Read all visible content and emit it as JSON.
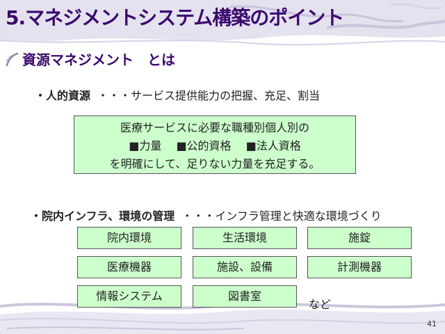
{
  "slide": {
    "title": "5.マネジメントシステム構築のポイント",
    "heading": "資源マネジメント　とは",
    "human": {
      "lead": "・人的資源",
      "desc": "・・・サービス提供能力の把握、充足、割当"
    },
    "summary": {
      "line1": "医療サービスに必要な職種別個人別の",
      "line2": "■力量　 ■公的資格　 ■法人資格",
      "line3": "を明確にして、足りない力量を充足する。"
    },
    "infra": {
      "lead": "・院内インフラ、環境の管理",
      "desc": "・・・インフラ管理と快適な環境づくり"
    },
    "facilities": [
      "院内環境",
      "生活環境",
      "施錠",
      "医療機器",
      "施設、設備",
      "計測機器",
      "情報システム",
      "図書室"
    ],
    "etc": "など",
    "page_number": "41"
  },
  "theme": {
    "title_color": "#3b0a6f",
    "box_fill": "#ccffcc",
    "wave_color": "#c9c6dc"
  }
}
